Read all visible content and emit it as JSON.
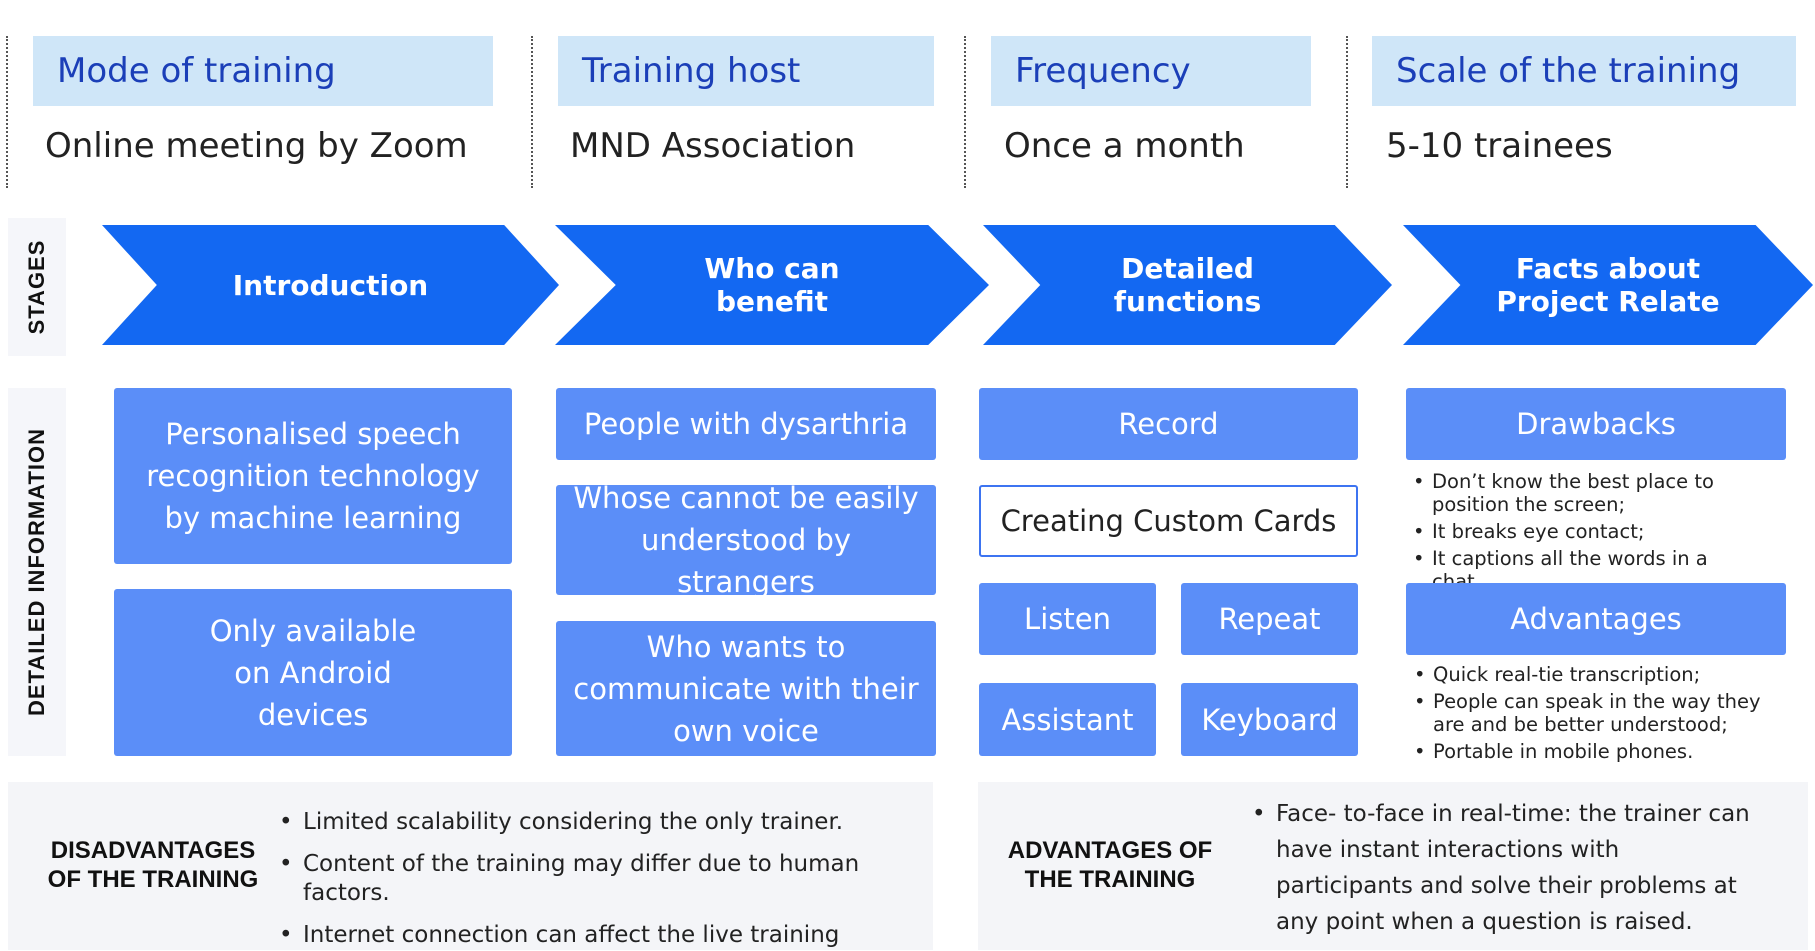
{
  "info": [
    {
      "title": "Mode of training",
      "value": "Online meeting by Zoom"
    },
    {
      "title": "Training host",
      "value": "MND Association"
    },
    {
      "title": "Frequency",
      "value": "Once a month"
    },
    {
      "title": "Scale of the training",
      "value": "5-10 trainees"
    }
  ],
  "side_labels": {
    "stages": "STAGES",
    "detailed": "DETAILED INFORMATION"
  },
  "stages": [
    "Introduction",
    "Who can\nbenefit",
    "Detailed\nfunctions",
    "Facts about\nProject Relate"
  ],
  "details": {
    "introduction": [
      "Personalised speech recognition technology by machine learning",
      "Only available on Android devices"
    ],
    "who_can_benefit": [
      "People with dysarthria",
      "Whose cannot be easily understood by strangers",
      "Who wants to communicate with their own voice"
    ],
    "functions": {
      "record": "Record",
      "custom_cards": "Creating Custom Cards",
      "listen": "Listen",
      "repeat": "Repeat",
      "assistant": "Assistant",
      "keyboard": "Keyboard"
    },
    "facts": {
      "drawbacks_title": "Drawbacks",
      "drawbacks": [
        "Don’t know the best place to position the screen;",
        "It breaks eye contact;",
        "It captions all the words in a chat."
      ],
      "advantages_title": "Advantages",
      "advantages": [
        "Quick real-tie transcription;",
        "People can speak in the way they are and be better understood;",
        "Portable in mobile phones."
      ]
    }
  },
  "training": {
    "disadvantages_title": "DISADVANTAGES\nOF THE TRAINING",
    "disadvantages": [
      "Limited scalability considering the only trainer.",
      "Content of the training may differ due to human factors.",
      "Internet connection can affect the live training session."
    ],
    "advantages_title": "ADVANTAGES OF\nTHE TRAINING",
    "advantages": [
      "Face- to-face in real-time: the trainer can have instant interactions with participants and solve their problems at any point when a question is raised."
    ]
  },
  "colors": {
    "stage_blue": "#1368f2",
    "box_blue": "#5b8ef8",
    "header_bg": "#cfe6f8",
    "header_text": "#1b3fb8"
  }
}
